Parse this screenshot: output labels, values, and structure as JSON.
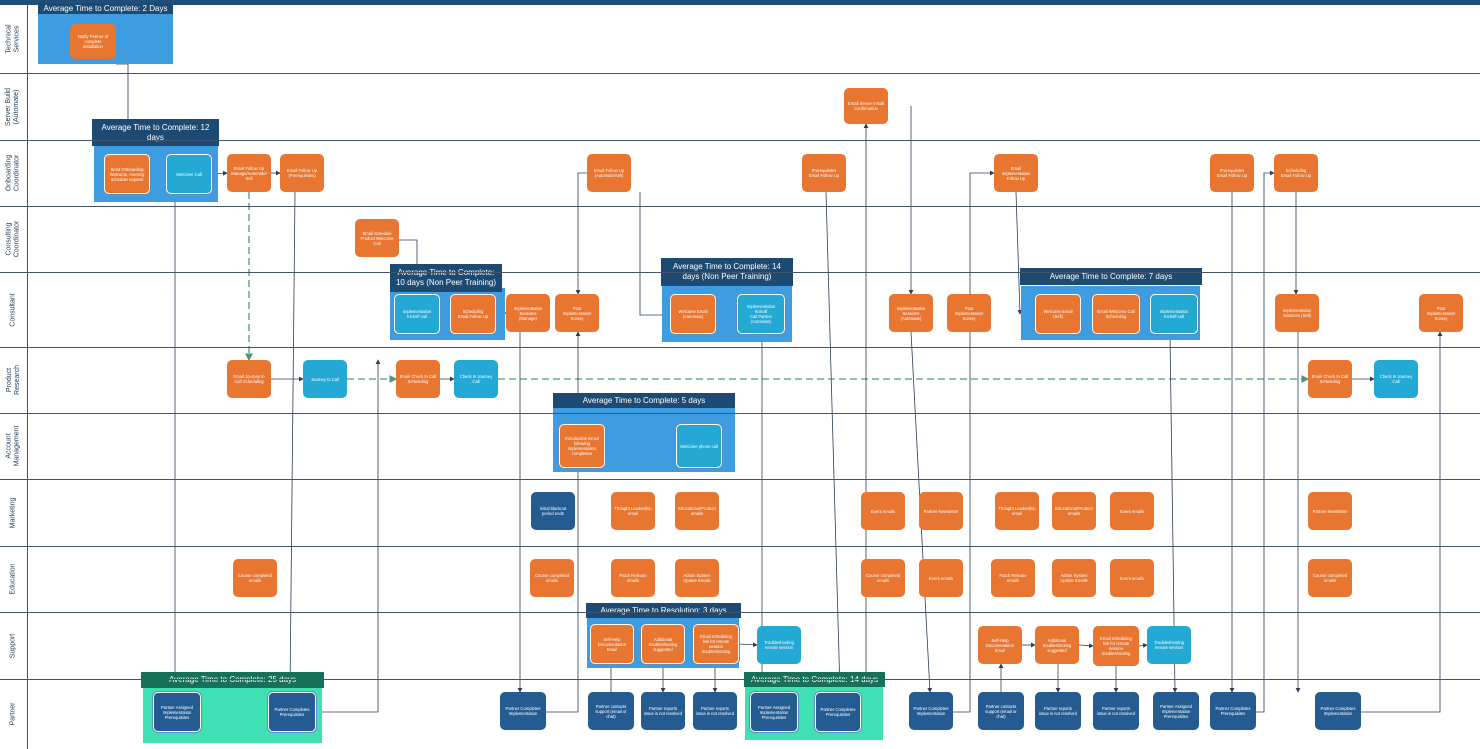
{
  "lanes": [
    {
      "id": "technical",
      "label": "Technical\nServices"
    },
    {
      "id": "server",
      "label": "Server Build\n(Automate)"
    },
    {
      "id": "onboarding",
      "label": "Onboarding\nCoordinator"
    },
    {
      "id": "consultcoord",
      "label": "Consulting\nCoordinator"
    },
    {
      "id": "consultant",
      "label": "Consultant"
    },
    {
      "id": "product",
      "label": "Product\nResearch"
    },
    {
      "id": "account",
      "label": "Account\nManagement"
    },
    {
      "id": "marketing",
      "label": "Marketing"
    },
    {
      "id": "education",
      "label": "Education"
    },
    {
      "id": "support",
      "label": "Support"
    },
    {
      "id": "partner",
      "label": "Partner"
    }
  ],
  "groups": [
    {
      "id": "g1",
      "header": "Average Time to Complete: 2 Days",
      "color": "#3d9de0",
      "header_color": "#1d4a73"
    },
    {
      "id": "g2",
      "header": "Average Time to Complete: 12\ndays",
      "color": "#3d9de0",
      "header_color": "#1d4a73"
    },
    {
      "id": "g3",
      "header": "Average Time to Complete:\n10 days (Non Peer Training)",
      "color": "#3d9de0",
      "header_color": "#1d4a73"
    },
    {
      "id": "g4",
      "header": "Average Time to Complete: 14\ndays (Non Peer Training)",
      "color": "#3d9de0",
      "header_color": "#1d4a73"
    },
    {
      "id": "g5",
      "header": "Average Time to Complete: 7 days",
      "color": "#3d9de0",
      "header_color": "#1d4a73"
    },
    {
      "id": "g6",
      "header": "Average Time to Complete: 5 days",
      "color": "#3d9de0",
      "header_color": "#1d4a73"
    },
    {
      "id": "g7",
      "header": "Average Time to Resolution: 3 days",
      "color": "#3d9de0",
      "header_color": "#1d4a73"
    },
    {
      "id": "g8",
      "header": "Average Time to Complete: 25 days",
      "color": "#3fe0b4",
      "header_color": "#17705a"
    },
    {
      "id": "g9",
      "header": "Average Time to Complete: 14 days",
      "color": "#3fe0b4",
      "header_color": "#17705a"
    }
  ],
  "nodes": [
    {
      "id": "n1",
      "type": "orange",
      "text": "Notify Partner of\ncomplete\ninstallation"
    },
    {
      "id": "n2",
      "type": "orange",
      "text": "Email Server Install\nConfirmation"
    },
    {
      "id": "n3",
      "type": "orange",
      "outlined": true,
      "text": "Send Onboarding\nWelcome, meeting\nschedule request"
    },
    {
      "id": "n4",
      "type": "teal",
      "outlined": true,
      "text": "Welcome Call"
    },
    {
      "id": "n5",
      "type": "orange",
      "text": "Email Follow Up\nManage/Automate/\nSell"
    },
    {
      "id": "n6",
      "type": "orange",
      "text": "Email Follow Up\n(Prerequisites)"
    },
    {
      "id": "n7",
      "type": "orange",
      "text": "Email Follow Up\n(Automate/Sell)"
    },
    {
      "id": "n8",
      "type": "orange",
      "text": "Prerequisites\nEmail Follow Up"
    },
    {
      "id": "n9",
      "type": "orange",
      "text": "Email\nImplementation\nFollow Up"
    },
    {
      "id": "n10",
      "type": "orange",
      "text": "Prerequisites\nEmail Follow Up"
    },
    {
      "id": "n11",
      "type": "orange",
      "text": "Scheduling\nEmail Follow Up"
    },
    {
      "id": "n12",
      "type": "orange",
      "text": "Email Schedule\nProduct Welcome\nCall"
    },
    {
      "id": "n13",
      "type": "teal",
      "outlined": true,
      "text": "Implementation\nKickoff call"
    },
    {
      "id": "n14",
      "type": "orange",
      "outlined": true,
      "text": "Scheduling\nEmail Follow Up"
    },
    {
      "id": "n15",
      "type": "orange",
      "text": "Implementation\nSessions\n(Manage)"
    },
    {
      "id": "n16",
      "type": "orange",
      "text": "Post\nImplementation\nSurvey"
    },
    {
      "id": "n17",
      "type": "orange",
      "outlined": true,
      "text": "Welcome Email\n(Automate)"
    },
    {
      "id": "n18",
      "type": "teal",
      "outlined": true,
      "text": "Implementation\nKickoff\nCall Partner\n(Automate)"
    },
    {
      "id": "n19",
      "type": "orange",
      "text": "Implementation\nSessions\n(Automate)"
    },
    {
      "id": "n20",
      "type": "orange",
      "text": "Post\nImplementation\nSurvey"
    },
    {
      "id": "n21",
      "type": "orange",
      "outlined": true,
      "text": "Welcome Email\n(Sell)"
    },
    {
      "id": "n22",
      "type": "orange",
      "outlined": true,
      "text": "Email Welcome Call\nScheduling"
    },
    {
      "id": "n23",
      "type": "teal",
      "outlined": true,
      "text": "Implementation\nKickoff call"
    },
    {
      "id": "n24",
      "type": "orange",
      "text": "Implementation\nSessions (Sell)"
    },
    {
      "id": "n25",
      "type": "orange",
      "text": "Post\nImplementation\nSurvey"
    },
    {
      "id": "n26",
      "type": "orange",
      "text": "Email Journey to\nCall Scheduling"
    },
    {
      "id": "n27",
      "type": "teal",
      "text": "Journey to Call"
    },
    {
      "id": "n28",
      "type": "orange",
      "text": "Email Check In Call\nScheduling"
    },
    {
      "id": "n29",
      "type": "teal",
      "text": "Check In Journey\nCall"
    },
    {
      "id": "n30",
      "type": "orange",
      "text": "Email Check In Call\nScheduling"
    },
    {
      "id": "n31",
      "type": "teal",
      "text": "Check In Journey\nCall"
    },
    {
      "id": "n32",
      "type": "orange",
      "outlined": true,
      "text": "Introduction Email\nfollowing\nimplementation\ncompletion"
    },
    {
      "id": "n33",
      "type": "teal",
      "outlined": true,
      "text": "Welcome phone call"
    },
    {
      "id": "n34",
      "type": "navy",
      "text": "Initial blackout\nperiod ends"
    },
    {
      "id": "n35",
      "type": "orange",
      "text": "Thought Leadership\nemail"
    },
    {
      "id": "n36",
      "type": "orange",
      "text": "Educational/Product\nemails"
    },
    {
      "id": "n37",
      "type": "orange",
      "text": "Event emails"
    },
    {
      "id": "n38",
      "type": "orange",
      "text": "Partner Newsletter"
    },
    {
      "id": "n39",
      "type": "orange",
      "text": "Thought Leadership\nemail"
    },
    {
      "id": "n40",
      "type": "orange",
      "text": "Educational/Product\nemails"
    },
    {
      "id": "n41",
      "type": "orange",
      "text": "Event emails"
    },
    {
      "id": "n42",
      "type": "orange",
      "text": "Partner Newsletter"
    },
    {
      "id": "n43",
      "type": "orange",
      "text": "Course completed\nemails"
    },
    {
      "id": "n44",
      "type": "orange",
      "text": "Course completed\nemails"
    },
    {
      "id": "n45",
      "type": "orange",
      "text": "Patch Release\nemails"
    },
    {
      "id": "n46",
      "type": "orange",
      "text": "Admin System\nUpdate Emails"
    },
    {
      "id": "n47",
      "type": "orange",
      "text": "Course completed\nemails"
    },
    {
      "id": "n48",
      "type": "orange",
      "text": "Event emails"
    },
    {
      "id": "n49",
      "type": "orange",
      "text": "Patch Release\nemails"
    },
    {
      "id": "n50",
      "type": "orange",
      "text": "Admin System\nUpdate Emails"
    },
    {
      "id": "n51",
      "type": "orange",
      "text": "Event emails"
    },
    {
      "id": "n52",
      "type": "orange",
      "text": "Course completed\nemails"
    },
    {
      "id": "n53",
      "type": "orange",
      "outlined": true,
      "text": "Self-Help\nDocumentation\nEmail"
    },
    {
      "id": "n54",
      "type": "orange",
      "outlined": true,
      "text": "Additional\ntroubleshooting\nsuggested"
    },
    {
      "id": "n55",
      "type": "orange",
      "outlined": true,
      "text": "Email scheduling\nlink for remote\nsession\ntroubleshooting"
    },
    {
      "id": "n56",
      "type": "teal",
      "text": "Troubleshooting\nremote session"
    },
    {
      "id": "n57",
      "type": "orange",
      "text": "Self-Help\nDocumentation\nEmail"
    },
    {
      "id": "n58",
      "type": "orange",
      "text": "Additional\ntroubleshooting\nsuggested"
    },
    {
      "id": "n59",
      "type": "orange",
      "text": "Email scheduling\nlink for remote\nsession\ntroubleshooting"
    },
    {
      "id": "n60",
      "type": "teal",
      "text": "Troubleshooting\nremote session"
    },
    {
      "id": "n61",
      "type": "navy",
      "outlined": true,
      "text": "Partner Assigned\nImplementation\nPrerequisites"
    },
    {
      "id": "n62",
      "type": "navy",
      "outlined": true,
      "text": "Partner Completes\nPrerequisites"
    },
    {
      "id": "n63",
      "type": "navy",
      "text": "Partner Completes\nImplementation"
    },
    {
      "id": "n64",
      "type": "navy",
      "text": "Partner contacts\nsupport (email or\nchat)"
    },
    {
      "id": "n65",
      "type": "navy",
      "text": "Partner reports\nissue is not resolved"
    },
    {
      "id": "n66",
      "type": "navy",
      "text": "Partner reports\nissue is not resolved"
    },
    {
      "id": "n67",
      "type": "navy",
      "outlined": true,
      "text": "Partner Assigned\nImplementation\nPrerequisites"
    },
    {
      "id": "n68",
      "type": "navy",
      "outlined": true,
      "text": "Partner Completes\nPrerequisites"
    },
    {
      "id": "n69",
      "type": "navy",
      "text": "Partner Completes\nImplementation"
    },
    {
      "id": "n70",
      "type": "navy",
      "text": "Partner contacts\nsupport (email or\nchat)"
    },
    {
      "id": "n71",
      "type": "navy",
      "text": "Partner reports\nissue is not resolved"
    },
    {
      "id": "n72",
      "type": "navy",
      "text": "Partner reports\nissue is not resolved"
    },
    {
      "id": "n73",
      "type": "navy",
      "text": "Partner Assigned\nImplementation\nPrerequisites"
    },
    {
      "id": "n74",
      "type": "navy",
      "text": "Partner Completes\nPrerequisites"
    },
    {
      "id": "n75",
      "type": "navy",
      "text": "Partner Completes\nImplementation"
    }
  ]
}
